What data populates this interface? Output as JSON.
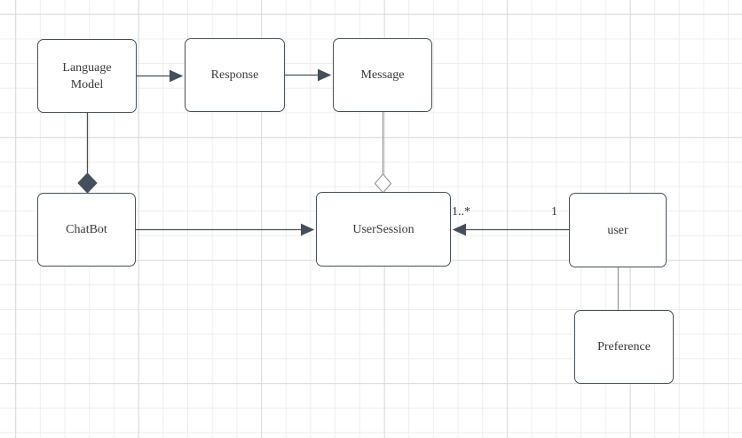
{
  "diagram": {
    "nodes": [
      {
        "id": "language-model",
        "label": "Language Model"
      },
      {
        "id": "response",
        "label": "Response"
      },
      {
        "id": "message",
        "label": "Message"
      },
      {
        "id": "chatbot",
        "label": "ChatBot"
      },
      {
        "id": "user-session",
        "label": "UserSession"
      },
      {
        "id": "user",
        "label": "user"
      },
      {
        "id": "preference",
        "label": "Preference"
      }
    ],
    "edges": [
      {
        "from": "Language Model",
        "to": "Response",
        "type": "directed-arrow"
      },
      {
        "from": "Response",
        "to": "Message",
        "type": "directed-arrow"
      },
      {
        "from": "Language Model",
        "to": "ChatBot",
        "type": "composition",
        "diamond_at": "ChatBot"
      },
      {
        "from": "Message",
        "to": "UserSession",
        "type": "aggregation",
        "diamond_at": "UserSession"
      },
      {
        "from": "ChatBot",
        "to": "UserSession",
        "type": "directed-arrow"
      },
      {
        "from": "user",
        "to": "UserSession",
        "type": "directed-arrow",
        "source_label": "1",
        "target_label": "1..*"
      },
      {
        "from": "user",
        "to": "Preference",
        "type": "plain-line"
      }
    ],
    "colors": {
      "node_fill": "#ffffff",
      "node_border": "#454f5b",
      "dark_edge": "#454f5b",
      "gray_edge": "#999999",
      "text": "#383838",
      "grid_minor": "#ededed",
      "grid_major": "#d9d9d9",
      "canvas": "#ffffff"
    }
  }
}
